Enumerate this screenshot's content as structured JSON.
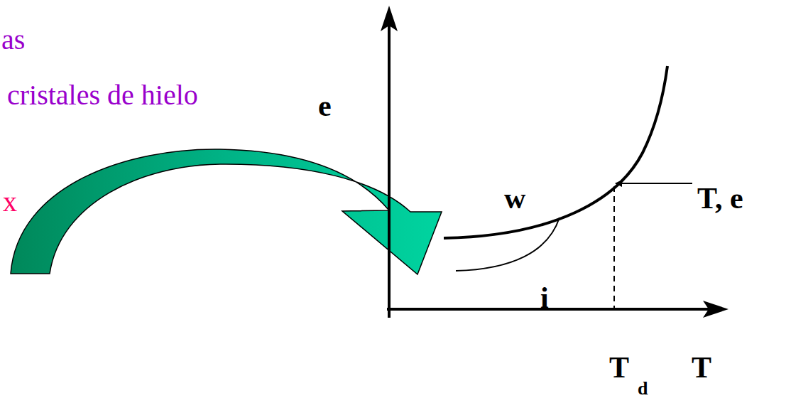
{
  "diagram": {
    "labels": [
      "as",
      "cristales de hielo",
      "x",
      "e",
      "w",
      "T, e",
      "i",
      "T",
      "d",
      "T"
    ]
  }
}
